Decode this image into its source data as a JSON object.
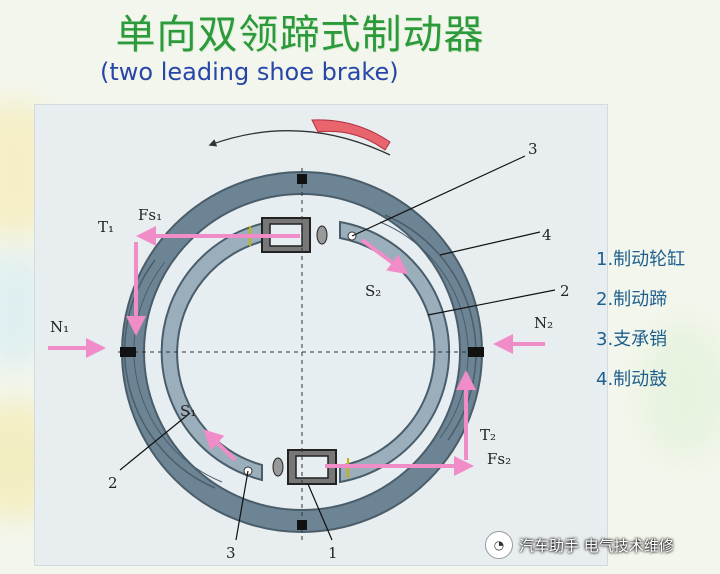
{
  "header": {
    "title": "单向双领蹄式制动器",
    "subtitle": "(two leading shoe brake)"
  },
  "diagram_labels": {
    "T1": "T₁",
    "Fs1": "Fs₁",
    "N1": "N₁",
    "S1": "S₁",
    "N2": "N₂",
    "S2": "S₂",
    "T2": "T₂",
    "Fs2": "Fs₂",
    "num_1": "1",
    "num_2_left": "2",
    "num_2_right": "2",
    "num_3_top": "3",
    "num_3_bottom": "3",
    "num_4": "4"
  },
  "legend": [
    "1.制动轮缸",
    "2.制动蹄",
    "3.支承销",
    "4.制动鼓"
  ],
  "watermark": {
    "icon": "wechat-icon",
    "text": "汽车助手 电气技术维修"
  },
  "colors": {
    "title": "#2c9a3a",
    "subtitle": "#2646a8",
    "arrow": "#f08cc8",
    "drum": "#6d8494",
    "shoe": "#9aaebb",
    "legend": "#1e5f8e"
  }
}
